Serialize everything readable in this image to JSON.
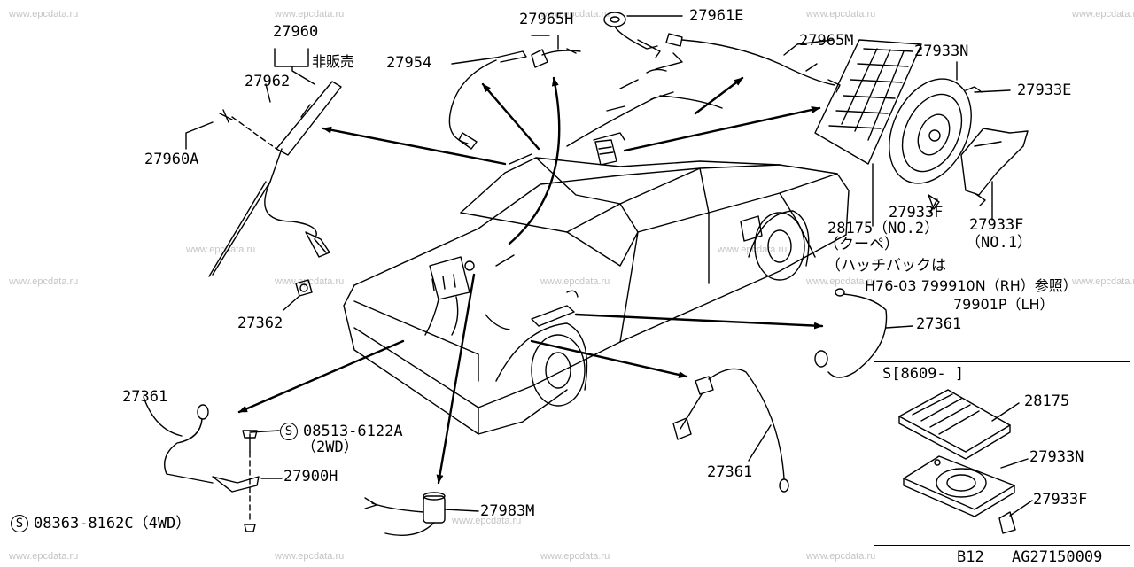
{
  "watermark": "www.epcdata.ru",
  "parts": {
    "p27960": "27960",
    "p27962": "27962",
    "not_for_sale": "非販売",
    "p27960A": "27960A",
    "p27954": "27954",
    "p27965H": "27965H",
    "p27961E": "27961E",
    "p27965M": "27965M",
    "p27933N": "27933N",
    "p27933E": "27933E",
    "p27933F_a": "27933F",
    "p27933F_b": "27933F",
    "p28175": "28175（NO.2）",
    "coupe": "（クーペ）",
    "no1": "（NO.1）",
    "p27362": "27362",
    "hatch_note_1": "（ハッチバックは",
    "hatch_note_2": "H76-03 799910N（RH）参照）",
    "hatch_note_3": "79901P（LH）",
    "p27361_right": "27361",
    "p27361_left": "27361",
    "p27361_bottom": "27361",
    "bolt_08513": "08513-6122A",
    "bolt_2wd": "（2WD）",
    "p27900H": "27900H",
    "p27983M": "27983M",
    "bolt_08363": "08363-8162C（4WD）",
    "s_mark": "S"
  },
  "inset": {
    "serial": "S[8609-   ]",
    "p28175": "28175",
    "p27933N": "27933N",
    "p27933F": "27933F"
  },
  "footer": {
    "page": "B12",
    "code": "AG27150009"
  }
}
